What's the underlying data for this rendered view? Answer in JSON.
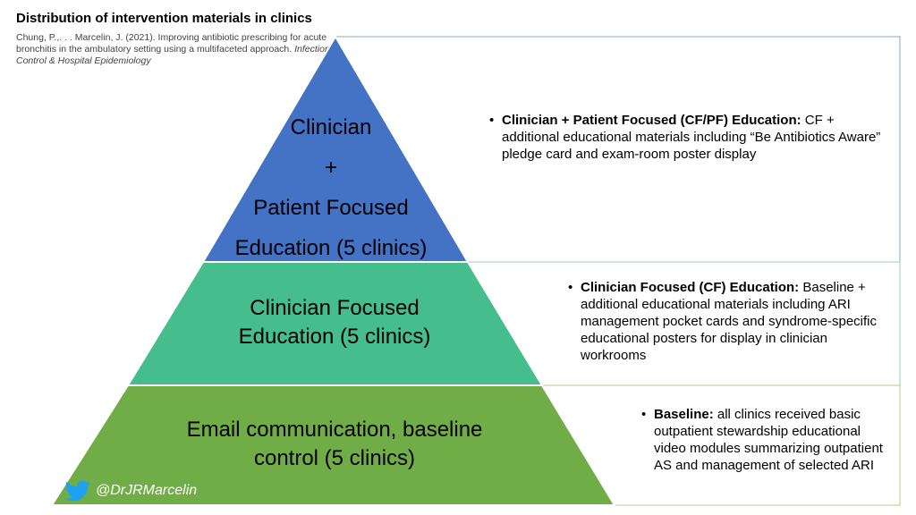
{
  "header": {
    "title": "Distribution of intervention materials in clinics",
    "citation_main": "Chung, P.,. . . Marcelin, J. (2021). Improving antibiotic prescribing for acute bronchitis in the ambulatory setting using a multifaceted approach.",
    "citation_journal": "Infection Control & Hospital Epidemiology"
  },
  "tiers": [
    {
      "lines": [
        "Clinician",
        "+",
        "Patient Focused",
        "Education (5 clinics)"
      ],
      "color": "#4472c4",
      "note_bold": "Clinician + Patient Focused (CF/PF) Education:",
      "note_text": " CF + additional educational materials including “Be Antibiotics Aware” pledge card and exam-room poster display"
    },
    {
      "lines": [
        "Clinician Focused",
        "Education (5 clinics)"
      ],
      "color": "#45bd8c",
      "note_bold": "Clinician Focused (CF) Education:",
      "note_text": " Baseline + additional educational materials including ARI management pocket cards and syndrome-specific educational posters for display in clinician workrooms"
    },
    {
      "lines": [
        "Email communication, baseline",
        "control (5 clinics)"
      ],
      "color": "#70ad47",
      "note_bold": "Baseline:",
      "note_text": " all clinics received basic outpatient stewardship educational video modules summarizing outpatient AS and management of selected ARI"
    }
  ],
  "footer": {
    "handle": "@DrJRMarcelin",
    "icon": "twitter-bird-icon"
  }
}
